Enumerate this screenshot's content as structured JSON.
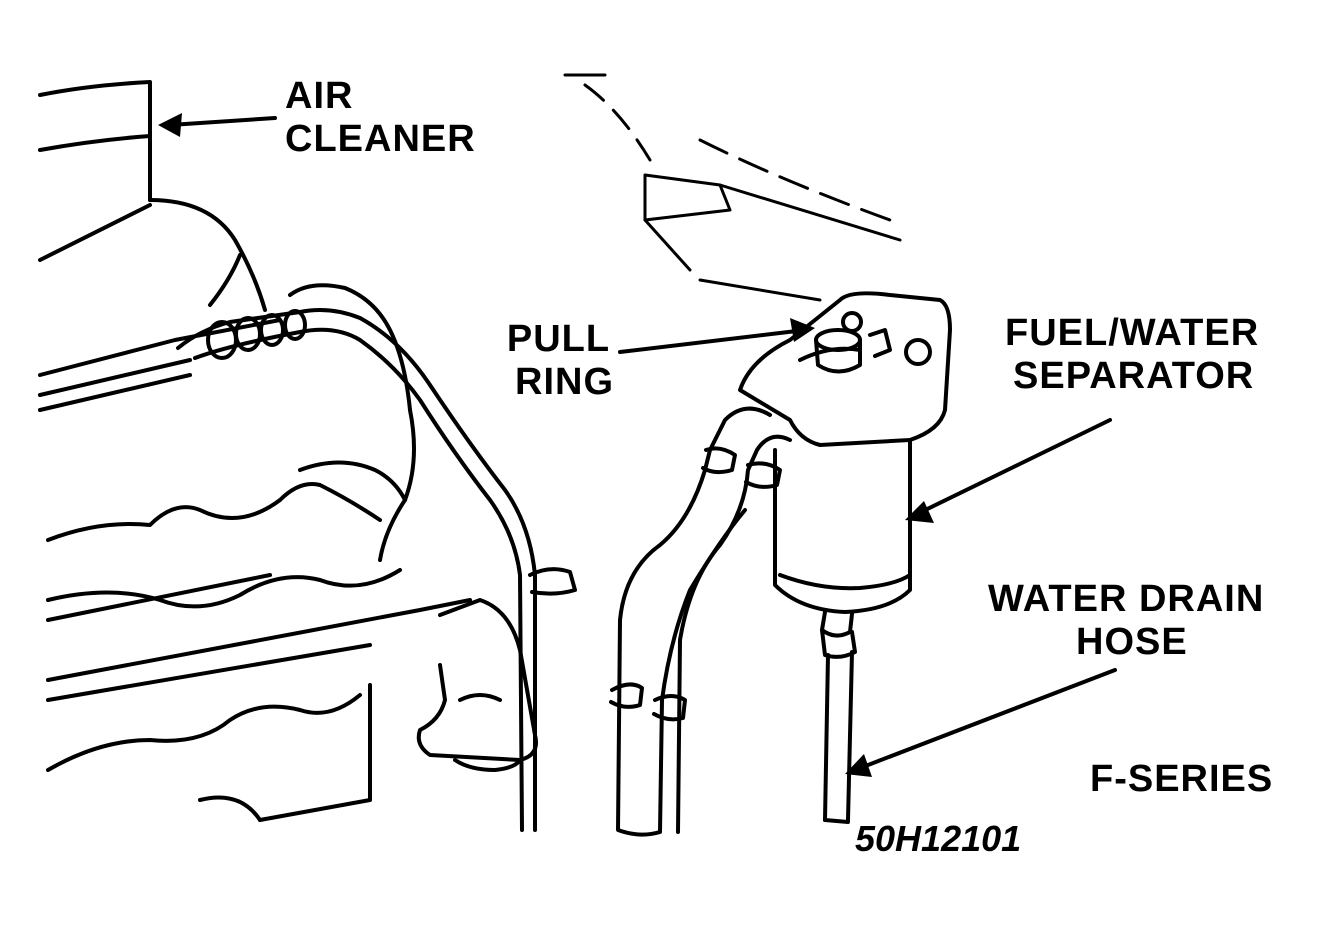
{
  "labels": {
    "air_cleaner": [
      "AIR",
      "CLEANER"
    ],
    "pull_ring": [
      "PULL",
      "RING"
    ],
    "fuel_water_separator": [
      "FUEL/WATER",
      "SEPARATOR"
    ],
    "water_drain_hose": [
      "WATER DRAIN",
      "HOSE"
    ],
    "series": "F-SERIES"
  },
  "figure_ref": "50H12101",
  "colors": {
    "ink": "#000000",
    "paper": "#ffffff"
  }
}
